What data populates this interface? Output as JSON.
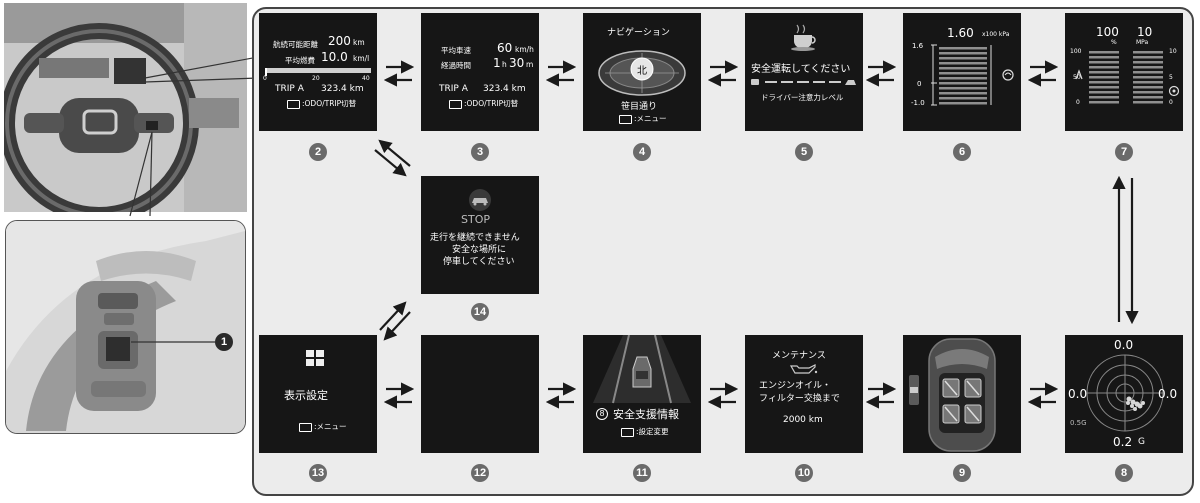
{
  "callout_1": "1",
  "screens": {
    "s2": {
      "number": "2",
      "range_label": "航続可能距離",
      "range_value": "200",
      "range_unit": "km",
      "fuel_label": "平均燃費",
      "fuel_value": "10.0",
      "fuel_unit": "km/l",
      "scale_ticks": [
        "0",
        "20",
        "40"
      ],
      "trip_label": "TRIP A",
      "trip_value": "323.4 km",
      "hint": "ODO/TRIP切替"
    },
    "s3": {
      "number": "3",
      "speed_label": "平均車速",
      "speed_value": "60",
      "speed_unit": "km/h",
      "time_label": "経過時間",
      "time_h": "1",
      "time_h_unit": "h",
      "time_m": "30",
      "time_m_unit": "m",
      "trip_label": "TRIP A",
      "trip_value": "323.4 km",
      "hint": "ODO/TRIP切替"
    },
    "s4": {
      "number": "4",
      "title": "ナビゲーション",
      "direction": "北",
      "street": "笹目通り",
      "hint": "メニュー"
    },
    "s5": {
      "number": "5",
      "title": "安全運転してください",
      "sub": "ドライバー注意力レベル"
    },
    "s6": {
      "number": "6",
      "value": "1.60",
      "unit": "x100 kPa",
      "ticks": [
        "1.6",
        "0",
        "-1.0"
      ]
    },
    "s7": {
      "number": "7",
      "left_value": "100",
      "left_unit": "%",
      "right_value": "10",
      "right_unit": "MPa",
      "left_ticks": [
        "100",
        "50",
        "0"
      ],
      "right_ticks": [
        "10",
        "5",
        "0"
      ]
    },
    "s8": {
      "number": "8",
      "top": "0.0",
      "left": "0.0",
      "right": "0.0",
      "bottom_value": "0.2",
      "bottom_unit": "G",
      "ring_label": "0.5G"
    },
    "s9": {
      "number": "9"
    },
    "s10": {
      "number": "10",
      "title": "メンテナンス",
      "line1": "エンジンオイル・",
      "line2": "フィルター交換まで",
      "distance": "2000 km"
    },
    "s11": {
      "number": "11",
      "badge": "8",
      "title": "安全支援情報",
      "hint": "設定変更"
    },
    "s12": {
      "number": "12"
    },
    "s13": {
      "number": "13",
      "title": "表示設定",
      "hint": "メニュー"
    },
    "s14": {
      "number": "14",
      "stop": "STOP",
      "line1": "走行を継続できません",
      "line2": "安全な場所に",
      "line3": "停車してください"
    }
  }
}
